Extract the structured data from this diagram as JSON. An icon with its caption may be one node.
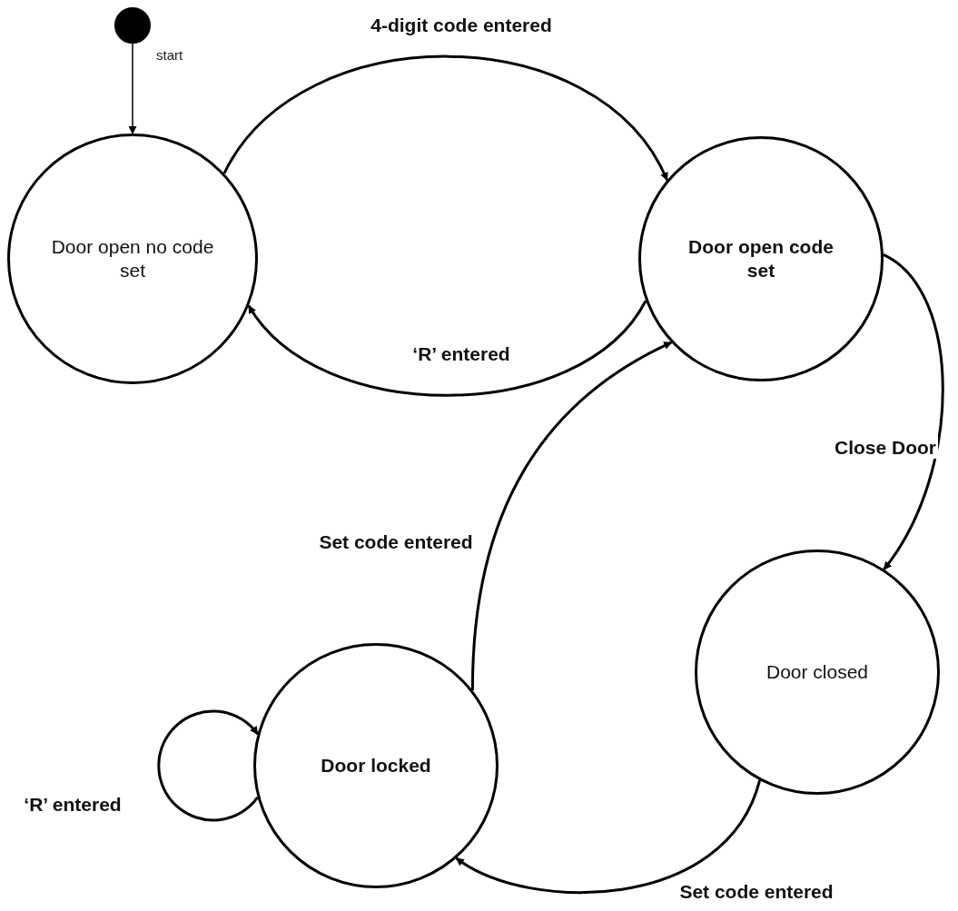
{
  "diagram": {
    "nodes": [
      {
        "text": [],
        "shape": "circle",
        "beside": [
          "start"
        ]
      },
      {
        "text": [
          "Door open no code set"
        ]
      },
      {
        "text": [
          "Door open code set"
        ]
      },
      {
        "text": [
          "Door closed"
        ]
      },
      {
        "text": [
          "Door locked"
        ]
      }
    ],
    "edges": [
      {
        "from": 0,
        "to": 1,
        "arrow": "to"
      },
      {
        "from": 1,
        "to": 2,
        "arrow": "to",
        "label": "4-digit code entered"
      },
      {
        "from": 2,
        "to": 1,
        "arrow": "to",
        "label": "‘R’ entered"
      },
      {
        "from": 2,
        "to": 3,
        "arrow": "to",
        "label": "Close Door"
      },
      {
        "from": 3,
        "to": 4,
        "arrow": "to",
        "label": "Set code entered"
      },
      {
        "from": 4,
        "to": 2,
        "arrow": "to",
        "label": "Set code entered"
      },
      {
        "from": 4,
        "to": 4,
        "arrow": "to",
        "label": "‘R’ entered"
      }
    ]
  }
}
